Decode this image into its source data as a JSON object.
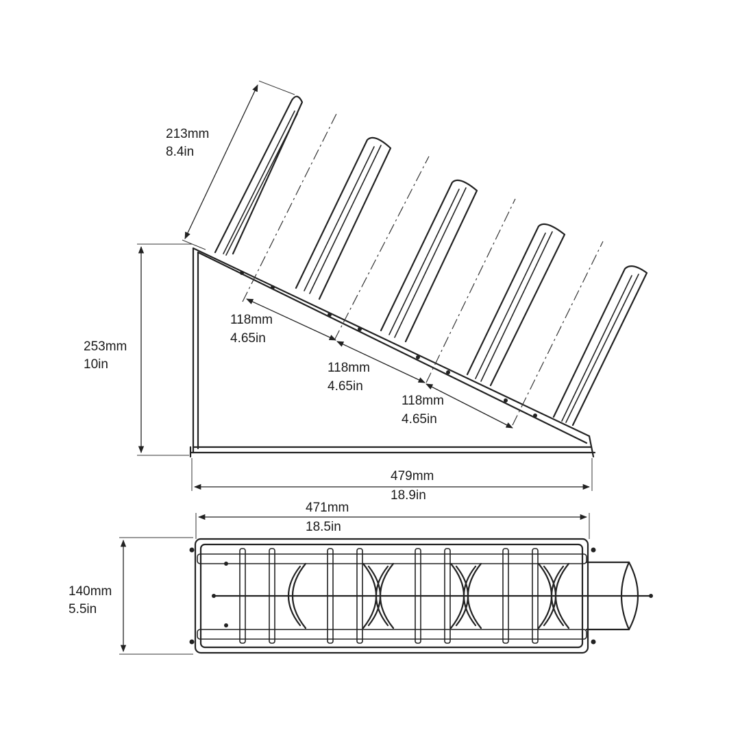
{
  "diagram": {
    "side_view": {
      "arm_length": {
        "mm": "213mm",
        "in": "8.4in"
      },
      "height": {
        "mm": "253mm",
        "in": "10in"
      },
      "spacing": [
        {
          "mm": "118mm",
          "in": "4.65in"
        },
        {
          "mm": "118mm",
          "in": "4.65in"
        },
        {
          "mm": "118mm",
          "in": "4.65in"
        }
      ],
      "base_length": {
        "mm": "479mm",
        "in": "18.9in"
      }
    },
    "top_view": {
      "length": {
        "mm": "471mm",
        "in": "18.5in"
      },
      "width": {
        "mm": "140mm",
        "in": "5.5in"
      }
    }
  }
}
